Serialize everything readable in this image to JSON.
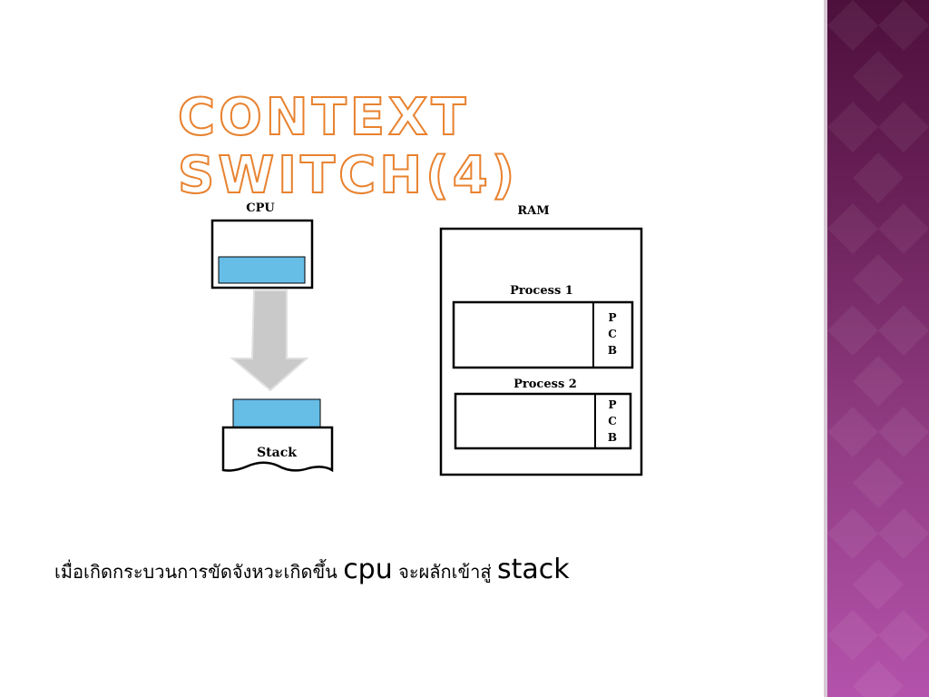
{
  "slide": {
    "title": "Context switch(4)"
  },
  "diagram": {
    "cpu_label": "CPU",
    "stack_label": "Stack",
    "ram_label": "RAM",
    "process1_label": "Process 1",
    "process2_label": "Process 2",
    "pcb_letters": [
      "P",
      "C",
      "B"
    ]
  },
  "caption": {
    "part1": "เมื่อเกิดกระบวนการขัดจังหวะเกิดขึ้น ",
    "part2": "cpu",
    "part3": " จะผลักเข้าสู่ ",
    "part4": "stack"
  },
  "colors": {
    "register_fill": "#66bde6",
    "arrow_fill": "#c9c9c9",
    "title_outline": "#e8822f",
    "band_top": "#4d0f3c",
    "band_bottom": "#b452ab"
  }
}
